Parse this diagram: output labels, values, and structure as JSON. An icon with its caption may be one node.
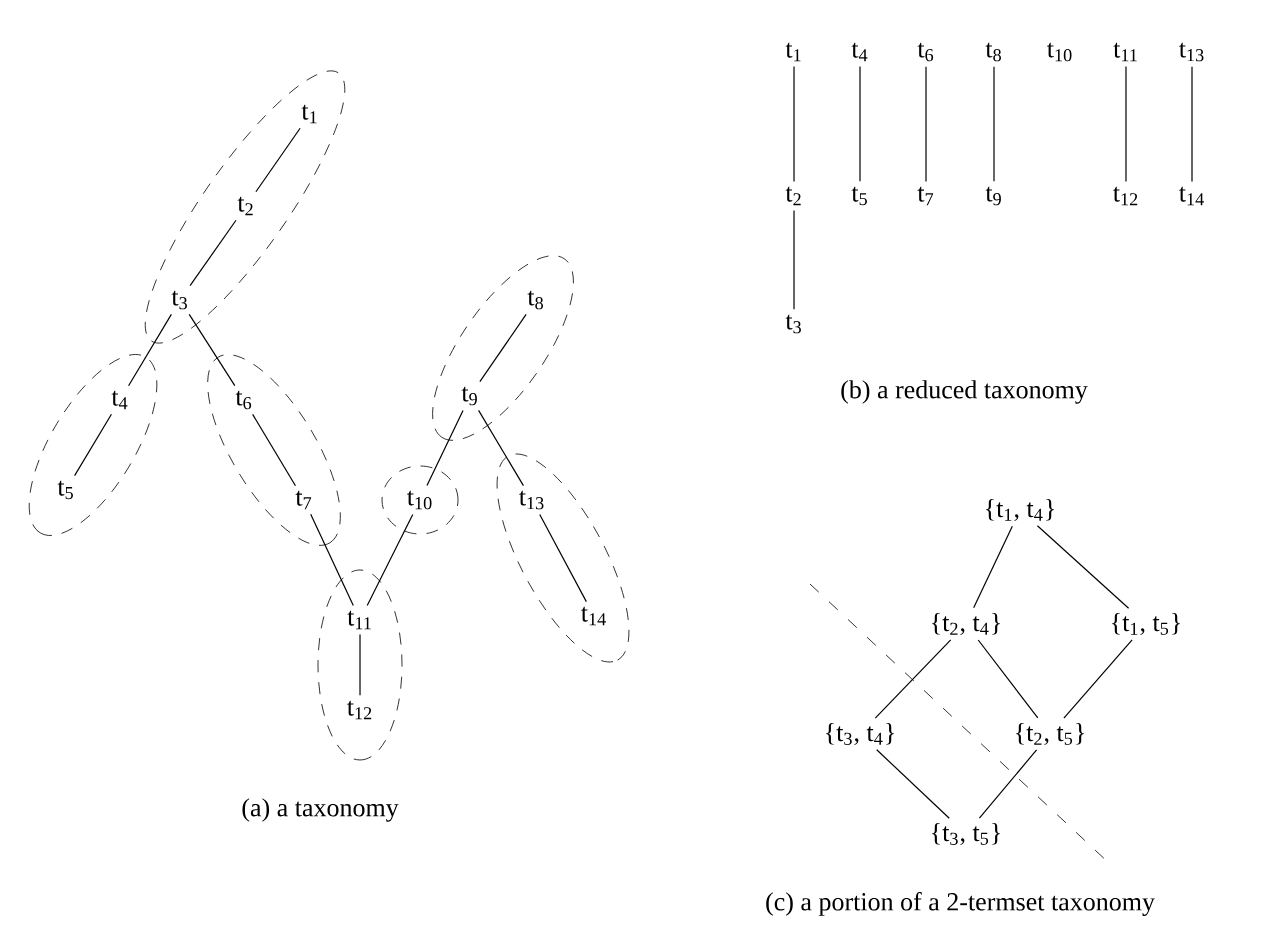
{
  "diagram": {
    "nodes": [
      {
        "text": [],
        "shape": "ellipse"
      },
      {
        "text": [
          "t$_{1}$"
        ],
        "in": 0
      },
      {
        "text": [
          "t$_{2}$"
        ],
        "in": 0
      },
      {
        "text": [
          "t$_{3}$"
        ],
        "in": 0
      },
      {
        "text": [],
        "shape": "ellipse"
      },
      {
        "text": [
          "t$_{4}$"
        ],
        "in": 4
      },
      {
        "text": [
          "t$_{5}$"
        ],
        "in": 4
      },
      {
        "text": [],
        "shape": "ellipse"
      },
      {
        "text": [
          "t$_{6}$"
        ],
        "in": 7
      },
      {
        "text": [
          "t$_{7}$"
        ],
        "in": 7
      },
      {
        "text": [],
        "shape": "ellipse"
      },
      {
        "text": [
          "t$_{8}$"
        ],
        "in": 10
      },
      {
        "text": [
          "t$_{9}$"
        ],
        "in": 10
      },
      {
        "text": [],
        "shape": "ellipse"
      },
      {
        "text": [
          "t$_{10}$"
        ],
        "in": 13
      },
      {
        "text": [],
        "shape": "ellipse"
      },
      {
        "text": [
          "t$_{11}$"
        ],
        "in": 15
      },
      {
        "text": [
          "t$_{12}$"
        ],
        "in": 15
      },
      {
        "text": [],
        "shape": "ellipse"
      },
      {
        "text": [
          "t$_{13}$"
        ],
        "in": 18
      },
      {
        "text": [
          "t$_{14}$"
        ],
        "in": 18
      },
      {
        "text": [
          "t$_{1}$"
        ]
      },
      {
        "text": [
          "t$_{4}$"
        ]
      },
      {
        "text": [
          "t$_{6}$"
        ]
      },
      {
        "text": [
          "t$_{8}$"
        ]
      },
      {
        "text": [
          "t$_{10}$"
        ]
      },
      {
        "text": [
          "t$_{11}$"
        ]
      },
      {
        "text": [
          "t$_{13}$"
        ]
      },
      {
        "text": [
          "t$_{2}$"
        ]
      },
      {
        "text": [
          "t$_{5}$"
        ]
      },
      {
        "text": [
          "t$_{7}$"
        ]
      },
      {
        "text": [
          "t$_{9}$"
        ]
      },
      {
        "text": [
          "t$_{12}$"
        ]
      },
      {
        "text": [
          "t$_{14}$"
        ]
      },
      {
        "text": [
          "t$_{3}$"
        ]
      },
      {
        "text": [
          "{t$_{1}$, t$_{4}$}"
        ]
      },
      {
        "text": [
          "{t$_{2}$, t$_{4}$}"
        ]
      },
      {
        "text": [
          "{t$_{1}$, t$_{5}$}"
        ]
      },
      {
        "text": [
          "{t$_{3}$, t$_{4}$}"
        ]
      },
      {
        "text": [
          "{t$_{2}$, t$_{5}$}"
        ]
      },
      {
        "text": [
          "{t$_{3}$, t$_{5}$}"
        ]
      }
    ],
    "edges": [
      {
        "from": 1,
        "to": 2,
        "arrow": "none"
      },
      {
        "from": 2,
        "to": 3,
        "arrow": "none"
      },
      {
        "from": 3,
        "to": 5,
        "arrow": "none"
      },
      {
        "from": 5,
        "to": 6,
        "arrow": "none"
      },
      {
        "from": 3,
        "to": 8,
        "arrow": "none"
      },
      {
        "from": 8,
        "to": 9,
        "arrow": "none"
      },
      {
        "from": 9,
        "to": 16,
        "arrow": "none"
      },
      {
        "from": 14,
        "to": 16,
        "arrow": "none"
      },
      {
        "from": 12,
        "to": 14,
        "arrow": "none"
      },
      {
        "from": 11,
        "to": 12,
        "arrow": "none"
      },
      {
        "from": 12,
        "to": 19,
        "arrow": "none"
      },
      {
        "from": 19,
        "to": 20,
        "arrow": "none"
      },
      {
        "from": 16,
        "to": 17,
        "arrow": "none"
      },
      {
        "from": 21,
        "to": 28,
        "arrow": "none"
      },
      {
        "from": 28,
        "to": 34,
        "arrow": "none"
      },
      {
        "from": 22,
        "to": 29,
        "arrow": "none"
      },
      {
        "from": 23,
        "to": 30,
        "arrow": "none"
      },
      {
        "from": 24,
        "to": 31,
        "arrow": "none"
      },
      {
        "from": 26,
        "to": 32,
        "arrow": "none"
      },
      {
        "from": 27,
        "to": 33,
        "arrow": "none"
      },
      {
        "from": 35,
        "to": 36,
        "arrow": "none"
      },
      {
        "from": 35,
        "to": 37,
        "arrow": "none"
      },
      {
        "from": 36,
        "to": 38,
        "arrow": "none"
      },
      {
        "from": 36,
        "to": 39,
        "arrow": "none"
      },
      {
        "from": 37,
        "to": 39,
        "arrow": "none"
      },
      {
        "from": 38,
        "to": 40,
        "arrow": "none"
      },
      {
        "from": 39,
        "to": 40,
        "arrow": "none"
      }
    ],
    "labels": [
      "(b) a reduced taxonomy",
      "(a) a taxonomy",
      "(c) a portion of a 2-termset taxonomy"
    ]
  }
}
